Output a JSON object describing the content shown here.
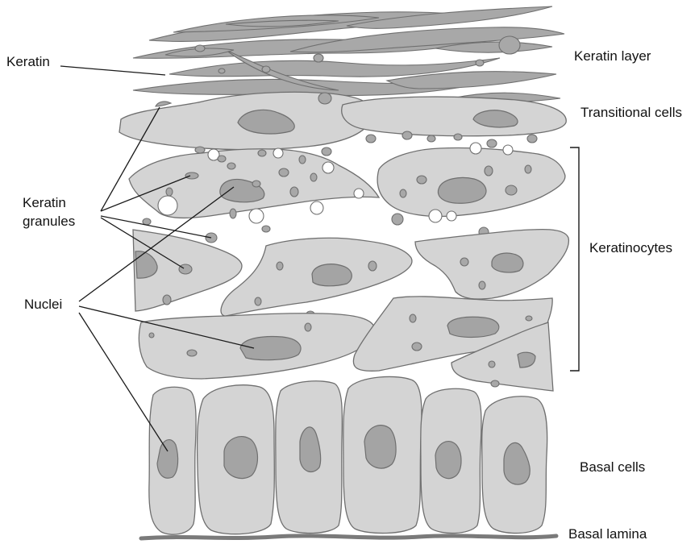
{
  "labels": {
    "keratin": "Keratin",
    "keratin_layer": "Keratin layer",
    "transitional_cells": "Transitional cells",
    "keratin_granules_line1": "Keratin",
    "keratin_granules_line2": "granules",
    "keratinocytes": "Keratinocytes",
    "nuclei": "Nuclei",
    "basal_cells": "Basal cells",
    "basal_lamina": "Basal lamina"
  },
  "colors": {
    "cell_fill": "#d4d4d4",
    "nucleus_fill": "#a4a4a4",
    "outline": "#6f6f6f",
    "leader_line": "#1a1a1a",
    "background": "#ffffff"
  }
}
